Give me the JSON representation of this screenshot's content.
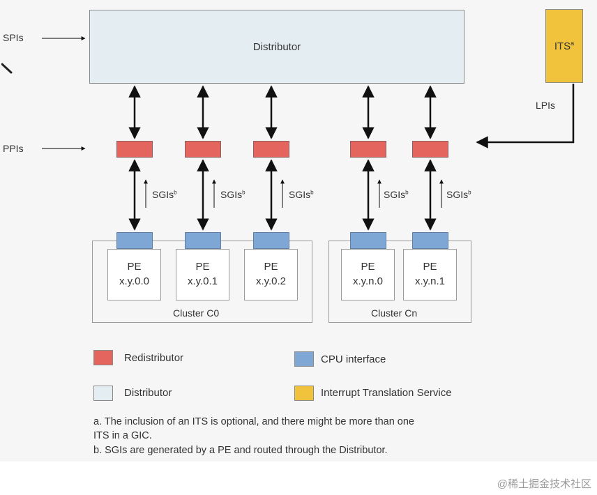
{
  "distributor": {
    "label": "Distributor"
  },
  "its": {
    "label": "ITS",
    "sup": "a"
  },
  "inputs": {
    "spis": "SPIs",
    "ppis": "PPIs",
    "lpis": "LPIs"
  },
  "sgi": {
    "label": "SGIs",
    "sup": "b"
  },
  "pes": [
    {
      "line1": "PE",
      "line2": "x.y.0.0"
    },
    {
      "line1": "PE",
      "line2": "x.y.0.1"
    },
    {
      "line1": "PE",
      "line2": "x.y.0.2"
    },
    {
      "line1": "PE",
      "line2": "x.y.n.0"
    },
    {
      "line1": "PE",
      "line2": "x.y.n.1"
    }
  ],
  "clusters": [
    "Cluster C0",
    "Cluster Cn"
  ],
  "legend": {
    "redistributor": "Redistributor",
    "cpu_interface": "CPU interface",
    "distributor": "Distributor",
    "its": "Interrupt Translation Service"
  },
  "notes": {
    "a_line1": "a. The inclusion of an ITS is optional, and there might be more than one",
    "a_line2": "ITS in a GIC.",
    "b": "b. SGIs are generated by a PE and routed through the Distributor."
  },
  "colors": {
    "redistributor": "#e4655e",
    "cpu_interface": "#7fa7d6",
    "distributor": "#e4eef2",
    "its": "#f1c23c"
  },
  "watermark": "@稀土掘金技术社区"
}
